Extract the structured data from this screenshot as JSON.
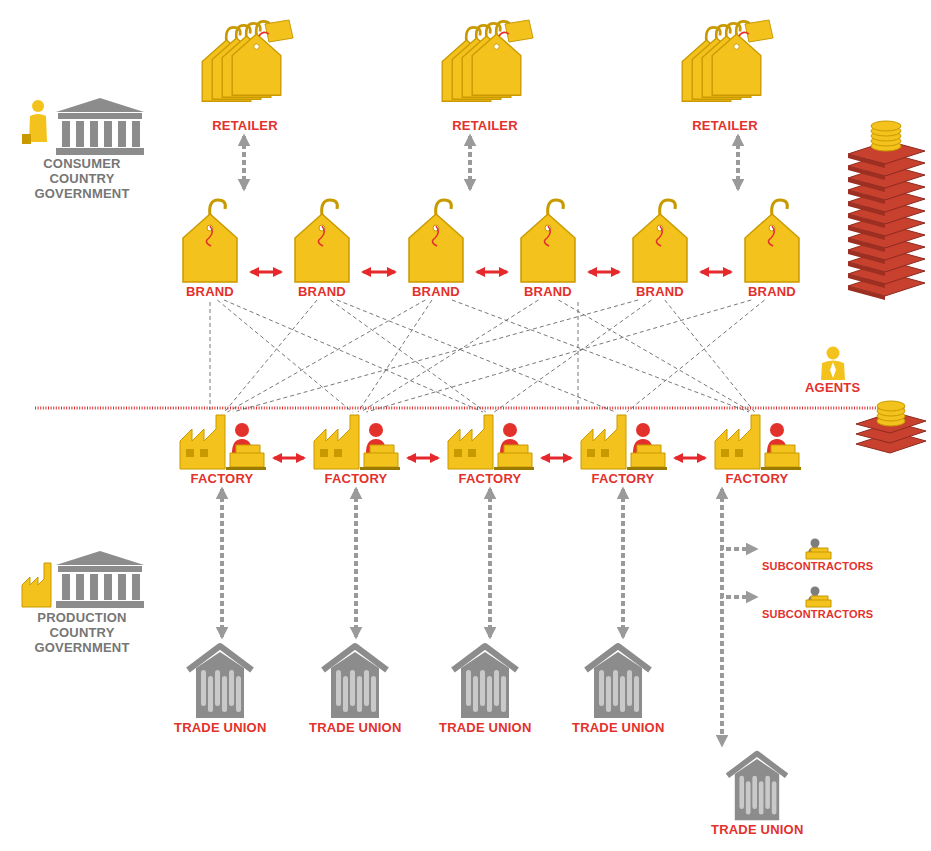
{
  "diagram": {
    "nodes": [
      {
        "text": [
          "RETAILER"
        ]
      },
      {
        "text": [
          "RETAILER"
        ]
      },
      {
        "text": [
          "RETAILER"
        ]
      },
      {
        "text": [
          "CONSUMER COUNTRY GOVERNMENT"
        ]
      },
      {
        "text": [
          "BRAND"
        ]
      },
      {
        "text": [
          "BRAND"
        ]
      },
      {
        "text": [
          "BRAND"
        ]
      },
      {
        "text": [
          "BRAND"
        ]
      },
      {
        "text": [
          "BRAND"
        ]
      },
      {
        "text": [
          "BRAND"
        ]
      },
      {
        "text": [
          "AGENTS"
        ]
      },
      {
        "text": [
          "FACTORY"
        ]
      },
      {
        "text": [
          "FACTORY"
        ]
      },
      {
        "text": [
          "FACTORY"
        ]
      },
      {
        "text": [
          "FACTORY"
        ]
      },
      {
        "text": [
          "FACTORY"
        ]
      },
      {
        "text": [
          "PRODUCTION COUNTRY GOVERNMENT"
        ]
      },
      {
        "text": [
          "SUBCONTRACTORS"
        ]
      },
      {
        "text": [
          "SUBCONTRACTORS"
        ]
      },
      {
        "text": [
          "TRADE UNION"
        ]
      },
      {
        "text": [
          "TRADE UNION"
        ]
      },
      {
        "text": [
          "TRADE UNION"
        ]
      },
      {
        "text": [
          "TRADE UNION"
        ]
      },
      {
        "text": [
          "TRADE UNION"
        ]
      }
    ],
    "edges": [
      {
        "from": 0,
        "to": 4,
        "arrow": "both"
      },
      {
        "from": 1,
        "to": 6,
        "arrow": "both"
      },
      {
        "from": 2,
        "to": 9,
        "arrow": "both"
      },
      {
        "from": 4,
        "to": 5,
        "arrow": "both"
      },
      {
        "from": 5,
        "to": 6,
        "arrow": "both"
      },
      {
        "from": 6,
        "to": 7,
        "arrow": "both"
      },
      {
        "from": 7,
        "to": 8,
        "arrow": "both"
      },
      {
        "from": 8,
        "to": 9,
        "arrow": "both"
      },
      {
        "from": 4,
        "to": 11,
        "arrow": "none"
      },
      {
        "from": 4,
        "to": 12,
        "arrow": "none"
      },
      {
        "from": 4,
        "to": 13,
        "arrow": "none"
      },
      {
        "from": 5,
        "to": 11,
        "arrow": "none"
      },
      {
        "from": 5,
        "to": 13,
        "arrow": "none"
      },
      {
        "from": 5,
        "to": 14,
        "arrow": "none"
      },
      {
        "from": 6,
        "to": 11,
        "arrow": "none"
      },
      {
        "from": 6,
        "to": 12,
        "arrow": "none"
      },
      {
        "from": 6,
        "to": 15,
        "arrow": "none"
      },
      {
        "from": 7,
        "to": 12,
        "arrow": "none"
      },
      {
        "from": 7,
        "to": 14,
        "arrow": "none"
      },
      {
        "from": 7,
        "to": 15,
        "arrow": "none"
      },
      {
        "from": 8,
        "to": 11,
        "arrow": "none"
      },
      {
        "from": 8,
        "to": 13,
        "arrow": "none"
      },
      {
        "from": 8,
        "to": 15,
        "arrow": "none"
      },
      {
        "from": 9,
        "to": 12,
        "arrow": "none"
      },
      {
        "from": 9,
        "to": 14,
        "arrow": "none"
      },
      {
        "from": 11,
        "to": 12,
        "arrow": "both"
      },
      {
        "from": 12,
        "to": 13,
        "arrow": "both"
      },
      {
        "from": 13,
        "to": 14,
        "arrow": "both"
      },
      {
        "from": 14,
        "to": 15,
        "arrow": "both"
      },
      {
        "from": 11,
        "to": 19,
        "arrow": "both"
      },
      {
        "from": 12,
        "to": 20,
        "arrow": "both"
      },
      {
        "from": 13,
        "to": 21,
        "arrow": "both"
      },
      {
        "from": 14,
        "to": 22,
        "arrow": "both"
      },
      {
        "from": 15,
        "to": 23,
        "arrow": "both"
      },
      {
        "from": 15,
        "to": 17,
        "arrow": "to"
      },
      {
        "from": 15,
        "to": 18,
        "arrow": "to"
      }
    ]
  }
}
